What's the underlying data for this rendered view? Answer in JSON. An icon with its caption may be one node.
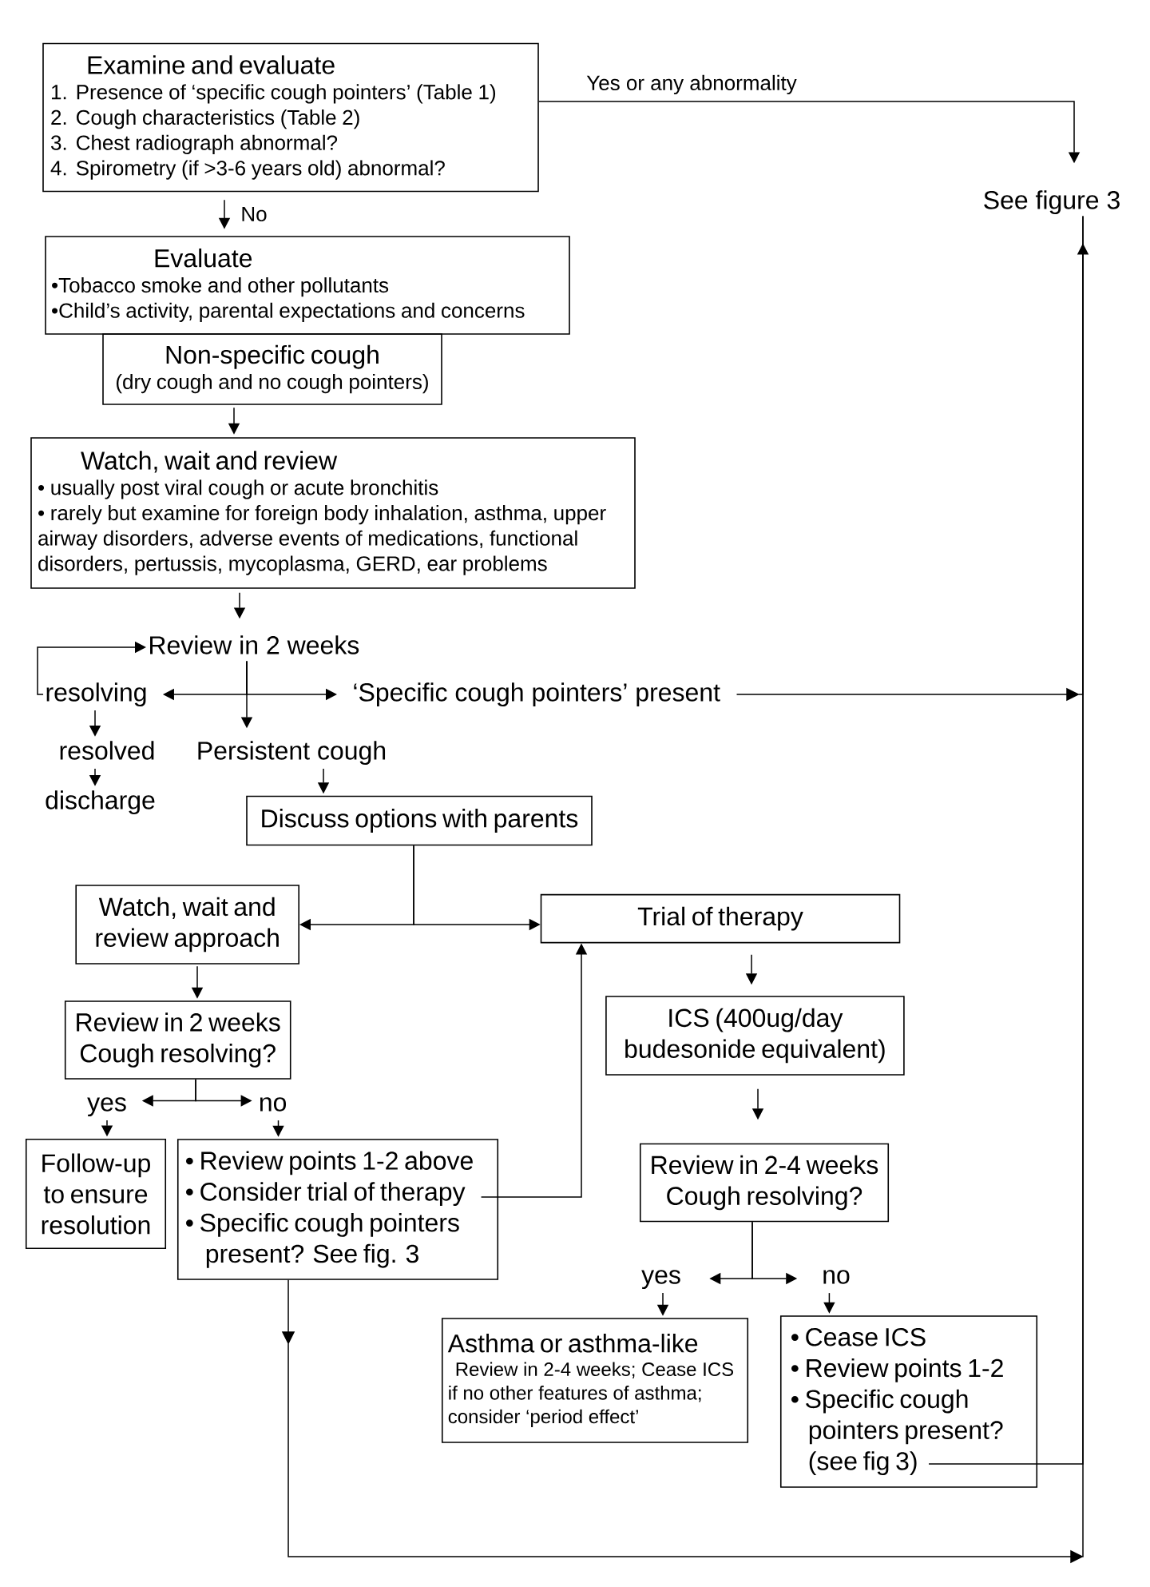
{
  "diagram": {
    "nodes": [
      {
        "text": [
          "Examine and evaluate",
          "1. Presence of ‘specific cough pointers’ (Table 1)",
          "2. Cough characteristics (Table 2)",
          "3. Chest radiograph abnormal?",
          "4. Spirometry (if >3-6 years old) abnormal?"
        ]
      },
      {
        "text": [
          "See figure 3"
        ]
      },
      {
        "text": [
          "Evaluate",
          "•Tobacco smoke and other pollutants",
          "•Child’s activity, parental expectations and concerns"
        ]
      },
      {
        "text": [
          "Non-specific cough",
          "(dry cough and no cough pointers)"
        ]
      },
      {
        "text": [
          "Watch, wait and review",
          "• usually post viral cough or acute bronchitis",
          "• rarely but examine for foreign body inhalation, asthma, upper airway disorders, adverse events of medications, functional disorders, pertussis, mycoplasma, GERD, ear problems"
        ]
      },
      {
        "text": [
          "Review in 2 weeks"
        ]
      },
      {
        "text": [
          "resolving"
        ]
      },
      {
        "text": [
          "‘Specific cough pointers’ present"
        ]
      },
      {
        "text": [
          "resolved"
        ]
      },
      {
        "text": [
          "discharge"
        ]
      },
      {
        "text": [
          "Persistent cough"
        ]
      },
      {
        "text": [
          "Discuss options with parents"
        ]
      },
      {
        "text": [
          "Watch, wait and review approach"
        ]
      },
      {
        "text": [
          "Trial of therapy"
        ]
      },
      {
        "text": [
          "Review in 2 weeks",
          "Cough resolving?"
        ]
      },
      {
        "text": [
          "yes"
        ]
      },
      {
        "text": [
          "no"
        ]
      },
      {
        "text": [
          "Follow-up to ensure resolution"
        ]
      },
      {
        "text": [
          "• Review points 1-2 above",
          "• Consider trial of therapy",
          "• Specific cough pointers present? See fig. 3"
        ]
      },
      {
        "text": [
          "ICS (400ug/day budesonide equivalent)"
        ]
      },
      {
        "text": [
          "Review in 2-4 weeks",
          "Cough resolving?"
        ]
      },
      {
        "text": [
          "yes"
        ]
      },
      {
        "text": [
          "no"
        ]
      },
      {
        "text": [
          "Asthma or asthma-like",
          "Review in 2-4 weeks; Cease ICS if no other features of asthma; consider ‘period effect’"
        ]
      },
      {
        "text": [
          "• Cease ICS",
          "• Review points 1-2",
          "• Specific cough pointers present? (see fig 3)"
        ]
      }
    ],
    "edges": [
      {
        "from": 0,
        "to": 1,
        "arrow": "to",
        "label": "Yes or any abnormality"
      },
      {
        "from": 0,
        "to": 2,
        "arrow": "to",
        "label": "No"
      },
      {
        "from": 3,
        "to": 4,
        "arrow": "to"
      },
      {
        "from": 4,
        "to": 5,
        "arrow": "to"
      },
      {
        "from": 6,
        "to": 5,
        "arrow": "to"
      },
      {
        "from": 5,
        "to": 6,
        "arrow": "to"
      },
      {
        "from": 5,
        "to": 7,
        "arrow": "to"
      },
      {
        "from": 5,
        "to": 10,
        "arrow": "to"
      },
      {
        "from": 6,
        "to": 8,
        "arrow": "to"
      },
      {
        "from": 8,
        "to": 9,
        "arrow": "to"
      },
      {
        "from": 7,
        "to": 1,
        "arrow": "to"
      },
      {
        "from": 10,
        "to": 11,
        "arrow": "to"
      },
      {
        "from": 11,
        "to": 12,
        "arrow": "to"
      },
      {
        "from": 11,
        "to": 13,
        "arrow": "to"
      },
      {
        "from": 12,
        "to": 14,
        "arrow": "to"
      },
      {
        "from": 14,
        "to": 15,
        "arrow": "to"
      },
      {
        "from": 14,
        "to": 16,
        "arrow": "to"
      },
      {
        "from": 15,
        "to": 17,
        "arrow": "to"
      },
      {
        "from": 16,
        "to": 18,
        "arrow": "to"
      },
      {
        "from": 18,
        "to": 13,
        "arrow": "to"
      },
      {
        "from": 18,
        "to": 1,
        "arrow": "to"
      },
      {
        "from": 13,
        "to": 19,
        "arrow": "to"
      },
      {
        "from": 19,
        "to": 20,
        "arrow": "to"
      },
      {
        "from": 20,
        "to": 21,
        "arrow": "to"
      },
      {
        "from": 20,
        "to": 22,
        "arrow": "to"
      },
      {
        "from": 21,
        "to": 23,
        "arrow": "to"
      },
      {
        "from": 22,
        "to": 24,
        "arrow": "to"
      },
      {
        "from": 24,
        "to": 1,
        "arrow": "to"
      }
    ]
  }
}
